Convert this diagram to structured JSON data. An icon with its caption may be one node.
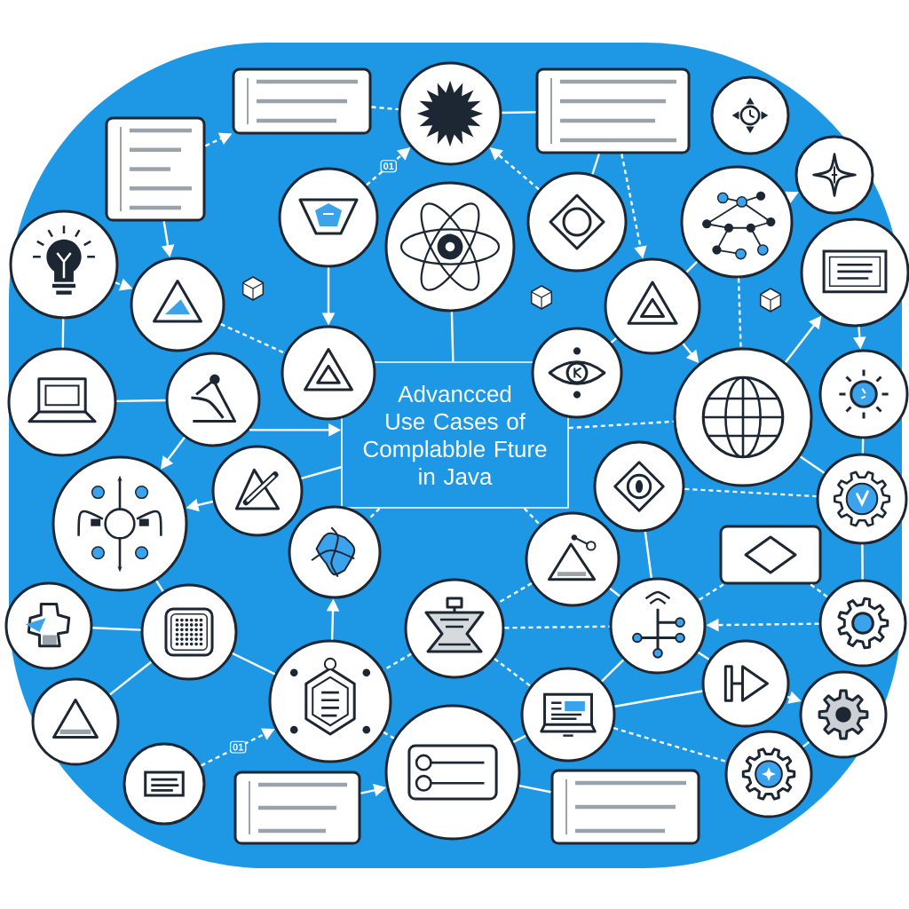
{
  "diagram": {
    "nodes": [
      {
        "text": [
          "Advancced Use Cases of Complabble Fture in Java"
        ]
      },
      {
        "text": [],
        "shape": "box"
      },
      {
        "text": [],
        "shape": "box"
      },
      {
        "text": [],
        "shape": "circle"
      },
      {
        "text": [],
        "shape": "box"
      },
      {
        "text": [],
        "shape": "circle"
      },
      {
        "text": [],
        "shape": "circle"
      },
      {
        "text": [],
        "shape": "circle"
      },
      {
        "text": [],
        "shape": "circle"
      },
      {
        "text": [],
        "shape": "circle"
      },
      {
        "text": [],
        "shape": "circle"
      },
      {
        "text": [],
        "shape": "circle"
      },
      {
        "text": [],
        "shape": "circle"
      },
      {
        "text": [],
        "shape": "circle"
      },
      {
        "text": [],
        "shape": "circle"
      },
      {
        "text": [],
        "shape": "circle"
      },
      {
        "text": [],
        "shape": "circle"
      },
      {
        "text": [],
        "shape": "circle"
      },
      {
        "text": [],
        "shape": "circle"
      },
      {
        "text": [],
        "shape": "circle"
      },
      {
        "text": [],
        "shape": "circle"
      },
      {
        "text": [],
        "shape": "circle"
      },
      {
        "text": [],
        "shape": "circle"
      },
      {
        "text": [],
        "shape": "circle"
      },
      {
        "text": [],
        "shape": "circle"
      },
      {
        "text": [],
        "shape": "circle"
      },
      {
        "text": [],
        "shape": "circle"
      },
      {
        "text": [],
        "shape": "box"
      },
      {
        "text": [],
        "shape": "circle"
      },
      {
        "text": [],
        "shape": "circle"
      },
      {
        "text": [],
        "shape": "circle"
      },
      {
        "text": [],
        "shape": "circle"
      },
      {
        "text": [],
        "shape": "circle"
      },
      {
        "text": [],
        "shape": "circle"
      },
      {
        "text": [],
        "shape": "circle"
      },
      {
        "text": [],
        "shape": "circle"
      },
      {
        "text": [],
        "shape": "circle"
      },
      {
        "text": [],
        "shape": "circle"
      },
      {
        "text": [],
        "shape": "circle"
      },
      {
        "text": [],
        "shape": "circle"
      },
      {
        "text": [],
        "shape": "box"
      },
      {
        "text": [],
        "shape": "box"
      },
      {
        "text": [],
        "shape": "circle"
      }
    ],
    "edges": [
      {
        "from": 1,
        "to": 2,
        "arrow": "to",
        "style": "dashed"
      },
      {
        "from": 2,
        "to": 3,
        "arrow": "none",
        "style": "dashed"
      },
      {
        "from": 3,
        "to": 4,
        "arrow": "none"
      },
      {
        "from": 4,
        "to": 14,
        "arrow": "to",
        "style": "dashed"
      },
      {
        "from": 4,
        "to": 11,
        "arrow": "none"
      },
      {
        "from": 1,
        "to": 8,
        "arrow": "to"
      },
      {
        "from": 7,
        "to": 8,
        "arrow": "to",
        "style": "dashed"
      },
      {
        "from": 7,
        "to": 15,
        "arrow": "none"
      },
      {
        "from": 9,
        "to": 17,
        "arrow": "to"
      },
      {
        "from": 9,
        "to": 3,
        "arrow": "to",
        "style": "dashed",
        "label": "01"
      },
      {
        "from": 8,
        "to": 17,
        "arrow": "none",
        "style": "dashed"
      },
      {
        "from": 11,
        "to": 3,
        "arrow": "to",
        "style": "dashed"
      },
      {
        "from": 14,
        "to": 12,
        "arrow": "none"
      },
      {
        "from": 12,
        "to": 6,
        "arrow": "to"
      },
      {
        "from": 12,
        "to": 19,
        "arrow": "none",
        "style": "dashed"
      },
      {
        "from": 13,
        "to": 20,
        "arrow": "to"
      },
      {
        "from": 19,
        "to": 13,
        "arrow": "to"
      },
      {
        "from": 14,
        "to": 18,
        "arrow": "none"
      },
      {
        "from": 14,
        "to": 19,
        "arrow": "to"
      },
      {
        "from": 10,
        "to": 0,
        "arrow": "none"
      },
      {
        "from": 15,
        "to": 16,
        "arrow": "none"
      },
      {
        "from": 16,
        "to": 0,
        "arrow": "to"
      },
      {
        "from": 16,
        "to": 21,
        "arrow": "to"
      },
      {
        "from": 0,
        "to": 19,
        "arrow": "none",
        "style": "dashed"
      },
      {
        "from": 23,
        "to": 24,
        "arrow": "none",
        "style": "dashed"
      },
      {
        "from": 20,
        "to": 24,
        "arrow": "none"
      },
      {
        "from": 24,
        "to": 32,
        "arrow": "none"
      },
      {
        "from": 27,
        "to": 32,
        "arrow": "none",
        "style": "dashed"
      },
      {
        "from": 27,
        "to": 31,
        "arrow": "none",
        "style": "dashed"
      },
      {
        "from": 32,
        "to": 31,
        "arrow": "to",
        "style": "dashed"
      },
      {
        "from": 31,
        "to": 34,
        "arrow": "none"
      },
      {
        "from": 23,
        "to": 31,
        "arrow": "none"
      },
      {
        "from": 26,
        "to": 31,
        "arrow": "none"
      },
      {
        "from": 34,
        "to": 36,
        "arrow": "to"
      },
      {
        "from": 35,
        "to": 34,
        "arrow": "none"
      },
      {
        "from": 35,
        "to": 31,
        "arrow": "none"
      },
      {
        "from": 26,
        "to": 30,
        "arrow": "none",
        "style": "dashed"
      },
      {
        "from": 0,
        "to": 26,
        "arrow": "none",
        "style": "dashed"
      },
      {
        "from": 0,
        "to": 25,
        "arrow": "none",
        "style": "dashed"
      },
      {
        "from": 30,
        "to": 33,
        "arrow": "none",
        "style": "dashed"
      },
      {
        "from": 33,
        "to": 25,
        "arrow": "to"
      },
      {
        "from": 30,
        "to": 35,
        "arrow": "none",
        "style": "dashed"
      },
      {
        "from": 30,
        "to": 31,
        "arrow": "none",
        "style": "dashed"
      },
      {
        "from": 33,
        "to": 38,
        "arrow": "none",
        "style": "dashed"
      },
      {
        "from": 33,
        "to": 29,
        "arrow": "none"
      },
      {
        "from": 28,
        "to": 29,
        "arrow": "none"
      },
      {
        "from": 21,
        "to": 29,
        "arrow": "none"
      },
      {
        "from": 37,
        "to": 29,
        "arrow": "none"
      },
      {
        "from": 40,
        "to": 38,
        "arrow": "to"
      },
      {
        "from": 39,
        "to": 33,
        "arrow": "to",
        "style": "dashed",
        "label": "01"
      },
      {
        "from": 38,
        "to": 41,
        "arrow": "none"
      },
      {
        "from": 38,
        "to": 35,
        "arrow": "none"
      },
      {
        "from": 35,
        "to": 42,
        "arrow": "none",
        "style": "dashed"
      },
      {
        "from": 36,
        "to": 42,
        "arrow": "none"
      },
      {
        "from": 19,
        "to": 24,
        "arrow": "none"
      },
      {
        "from": 22,
        "to": 21,
        "arrow": "to"
      },
      {
        "from": 22,
        "to": 0,
        "arrow": "none"
      }
    ]
  }
}
